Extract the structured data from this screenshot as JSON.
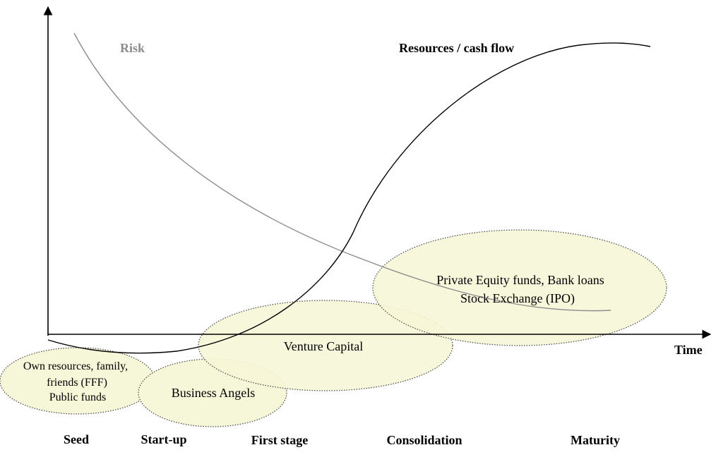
{
  "diagram": {
    "x_axis_label": "Time",
    "curves": {
      "risk_label": "Risk",
      "resources_label": "Resources / cash flow"
    },
    "stages": [
      "Seed",
      "Start-up",
      "First stage",
      "Consolidation",
      "Maturity"
    ],
    "funding_sources": {
      "fff": [
        "Own resources, family,",
        "friends (FFF)",
        "Public funds"
      ],
      "business_angels": [
        "Business Angels"
      ],
      "venture_capital": [
        "Venture Capital"
      ],
      "private_equity": [
        "Private Equity funds, Bank loans",
        "Stock Exchange (IPO)"
      ]
    },
    "colors": {
      "ellipse_fill": "#f6f6d8",
      "risk_curve": "#8c8c8c",
      "resources_curve": "#000000",
      "axis": "#000000"
    }
  }
}
